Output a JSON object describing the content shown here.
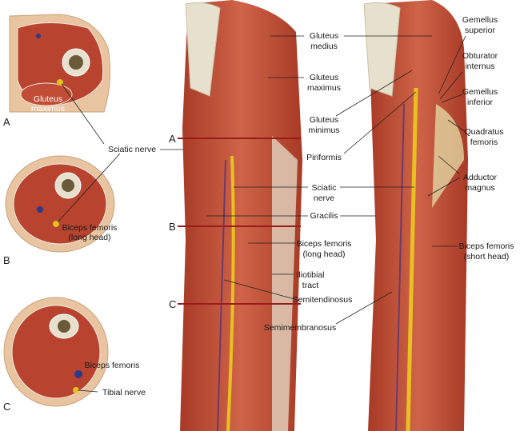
{
  "sections": {
    "a": {
      "letter": "A",
      "label": [
        "Gluteus",
        "maximus"
      ]
    },
    "b": {
      "letter": "B",
      "label": [
        "Biceps femoris",
        "(long head)"
      ]
    },
    "c": {
      "letter": "C",
      "label_biceps": "Biceps femoris",
      "label_tibial": "Tibial nerve"
    },
    "sciatic": "Sciatic nerve"
  },
  "level_lines": [
    "A",
    "B",
    "C"
  ],
  "middle_labels": {
    "gluteus_medius": [
      "Gluteus",
      "medius"
    ],
    "gluteus_maximus": [
      "Gluteus",
      "maximus"
    ],
    "gluteus_minimus": [
      "Gluteus",
      "minimus"
    ],
    "piriformis": "Piriformis",
    "sciatic_nerve": [
      "Sciatic",
      "nerve"
    ],
    "gracilis": "Gracilis",
    "biceps_long": [
      "Biceps femoris",
      "(long head)"
    ],
    "iliotibial": [
      "Iliotibial",
      "tract"
    ],
    "semitendinosus": "Semitendinosus",
    "semimembranosus": "Semimembranosus"
  },
  "right_labels": {
    "gemellus_superior": [
      "Gemellus",
      "superior"
    ],
    "obturator_internus": [
      "Obturator",
      "internus"
    ],
    "gemellus_inferior": [
      "Gemellus",
      "inferior"
    ],
    "quadratus_femoris": [
      "Quadratus",
      "femoris"
    ],
    "adductor_magnus": [
      "Adductor",
      "magnus"
    ],
    "biceps_short": [
      "Biceps femoris",
      "(short head)"
    ]
  },
  "colors": {
    "muscle": "#b8432e",
    "muscle_light": "#d0654a",
    "skin": "#e8c4a0",
    "bone": "#e6e0cc",
    "nerve": "#e8c020",
    "level_line": "#9b1b1b"
  }
}
